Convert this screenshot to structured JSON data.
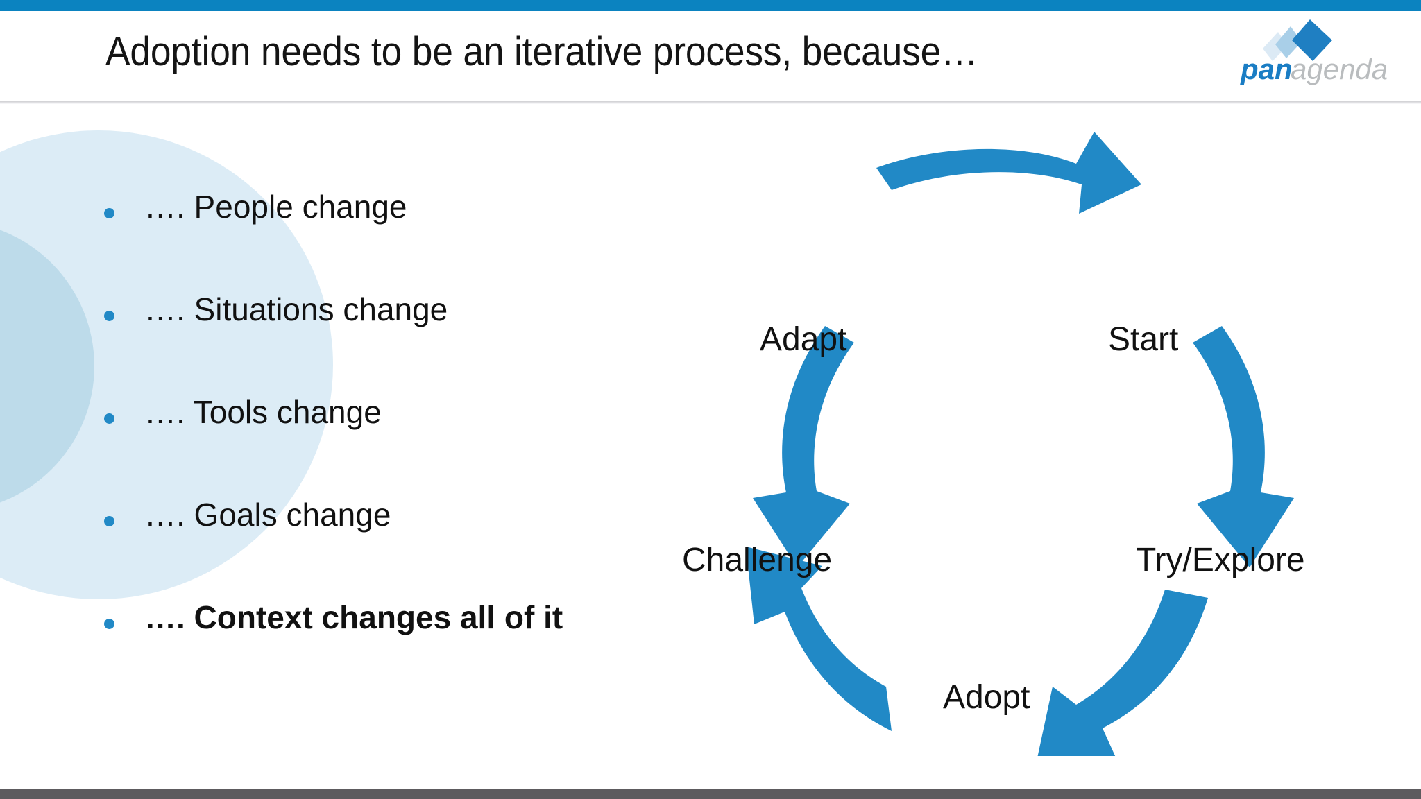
{
  "slide": {
    "title": "Adoption needs to be an iterative process, because…",
    "accent_color": "#0b83c0",
    "arrow_color": "#2189c6",
    "footer_color": "#5d5b5e",
    "circle_outer_color": "#dcecf6",
    "circle_inner_color": "#bddbea"
  },
  "logo": {
    "word_primary": "pan",
    "word_secondary": "agenda",
    "primary_color": "#1a7dc4",
    "secondary_color": "#b9bcbe",
    "diamond_color": "#1f7fc2",
    "diamond_light_color": "#a9cfe8",
    "diamond_pale_color": "#dceaf5"
  },
  "bullets": [
    {
      "marker": "•",
      "text": "…. People change",
      "bold": false
    },
    {
      "marker": "•",
      "text": "…. Situations change",
      "bold": false
    },
    {
      "marker": "•",
      "text": "…. Tools change",
      "bold": false
    },
    {
      "marker": "•",
      "text": "…. Goals change",
      "bold": false
    },
    {
      "marker": "•",
      "text": "…. Context changes all of it",
      "bold": true
    }
  ],
  "cycle": {
    "labels": [
      {
        "id": "start",
        "text": "Start"
      },
      {
        "id": "try",
        "text": "Try/Explore"
      },
      {
        "id": "adopt",
        "text": "Adopt"
      },
      {
        "id": "challenge",
        "text": "Challenge"
      },
      {
        "id": "adapt",
        "text": "Adapt"
      }
    ],
    "arrows": [
      {
        "id": "adapt-to-start",
        "from": "Adapt",
        "to": "Start"
      },
      {
        "id": "start-to-try",
        "from": "Start",
        "to": "Try/Explore"
      },
      {
        "id": "try-to-adopt",
        "from": "Try/Explore",
        "to": "Adopt"
      },
      {
        "id": "adopt-to-challenge",
        "from": "Adopt",
        "to": "Challenge"
      },
      {
        "id": "challenge-to-adapt",
        "from": "Challenge",
        "to": "Adapt"
      }
    ]
  }
}
